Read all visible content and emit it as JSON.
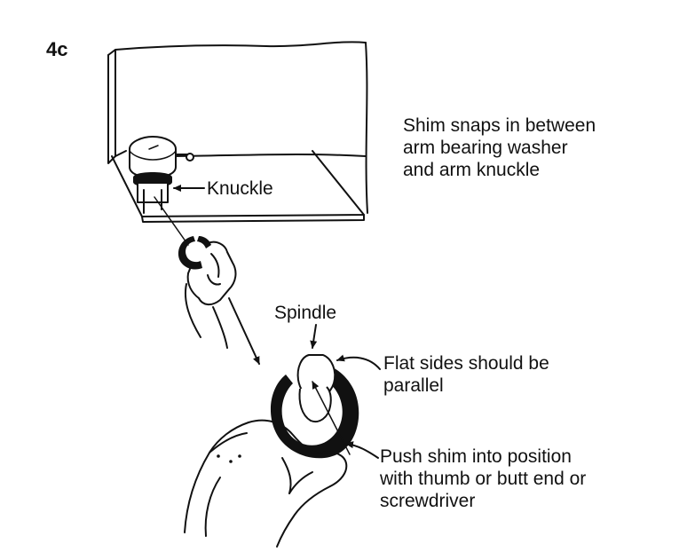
{
  "figure": {
    "number": "4c"
  },
  "labels": {
    "knuckle": "Knuckle",
    "shim_note": "Shim snaps in between\narm bearing washer\nand arm knuckle",
    "spindle": "Spindle",
    "flat_sides": "Flat sides should be\nparallel",
    "push_shim": "Push shim into position\nwith thumb or butt end or\nscrewdriver"
  },
  "colors": {
    "ink": "#111111",
    "background": "#ffffff"
  }
}
